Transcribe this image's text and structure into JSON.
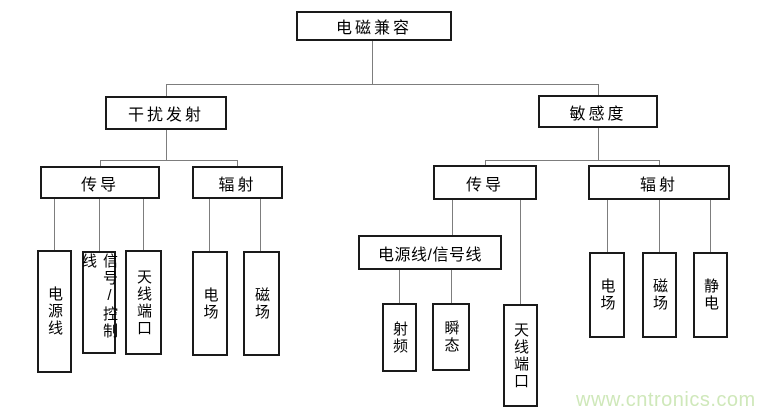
{
  "diagram": {
    "nodes": {
      "root": "电磁兼容",
      "emission": "干扰发射",
      "susceptibility": "敏感度",
      "conduction_left": "传导",
      "radiation_left": "辐射",
      "conduction_right": "传导",
      "radiation_right": "辐射",
      "power_signal_line": "电源线/信号线",
      "power_line": "电源线",
      "signal_control_line": "信号/控制线",
      "antenna_port_left": "天线端口",
      "e_field_left": "电场",
      "m_field_left": "磁场",
      "rf": "射频",
      "transient": "瞬态",
      "antenna_port_right": "天线端口",
      "e_field_right": "电场",
      "m_field_right": "磁场",
      "static_electricity": "静电"
    },
    "hierarchy": {
      "电磁兼容": {
        "干扰发射": {
          "传导": [
            "电源线",
            "信号/控制线",
            "天线端口"
          ],
          "辐射": [
            "电场",
            "磁场"
          ]
        },
        "敏感度": {
          "传导": {
            "电源线/信号线": [
              "射频",
              "瞬态"
            ],
            "直接": [
              "天线端口"
            ]
          },
          "辐射": [
            "电场",
            "磁场",
            "静电"
          ]
        }
      }
    },
    "colors": {
      "background": "#ffffff",
      "box_border": "#1a1a1a",
      "connector_line": "#7d7d7d",
      "text": "#000000",
      "watermark": "#cfe8ba"
    }
  },
  "watermark": {
    "text": "www.cntronics.com"
  }
}
